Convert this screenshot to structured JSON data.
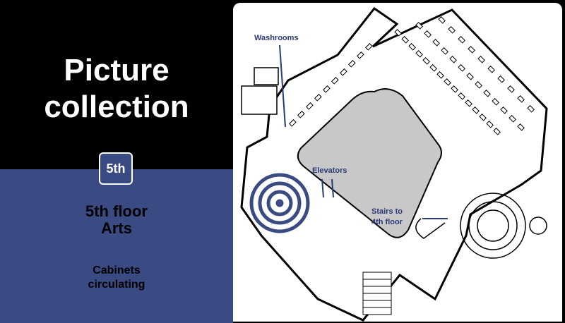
{
  "title": {
    "line1": "Picture",
    "line2": "collection"
  },
  "floor_badge": "5th",
  "floor_name": {
    "line1": "5th floor",
    "line2": "Arts"
  },
  "note": {
    "line1": "Cabinets",
    "line2": "circulating"
  },
  "map": {
    "labels": {
      "washrooms": "Washrooms",
      "elevators": "Elevators",
      "stairs_line1": "Stairs to",
      "stairs_line2": "4th floor"
    },
    "colors": {
      "label": "#2b3a78",
      "target": "#3a4a82",
      "atrium": "#c8c8c8",
      "walls": "#000000"
    },
    "target_icon": "concentric-circles-target"
  }
}
